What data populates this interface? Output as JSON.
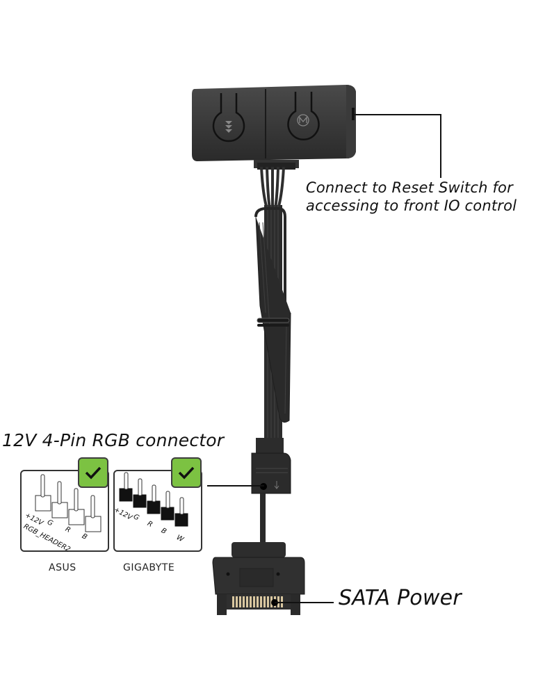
{
  "callouts": {
    "reset_switch": {
      "line1": "Connect to Reset Switch for",
      "line2": "accessing to front IO control"
    },
    "rgb_connector": "12V 4-Pin RGB connector",
    "sata_power": "SATA Power"
  },
  "compatibility": [
    {
      "brand": "ASUS",
      "header_label": "RGB_HEADER2",
      "pins": [
        "+12V",
        "G",
        "R",
        "B"
      ],
      "supported": true,
      "pin_style": "outline"
    },
    {
      "brand": "GIGABYTE",
      "header_label": "",
      "pins": [
        "+12V",
        "G",
        "R",
        "B",
        "W"
      ],
      "supported": true,
      "pin_style": "solid"
    }
  ],
  "colors": {
    "check_green": "#7cc242",
    "device_body": "#2b2b2b",
    "text": "#111111"
  },
  "device": {
    "buttons": [
      {
        "icon": "fast-forward-icon"
      },
      {
        "icon": "mode-m-icon"
      }
    ]
  }
}
